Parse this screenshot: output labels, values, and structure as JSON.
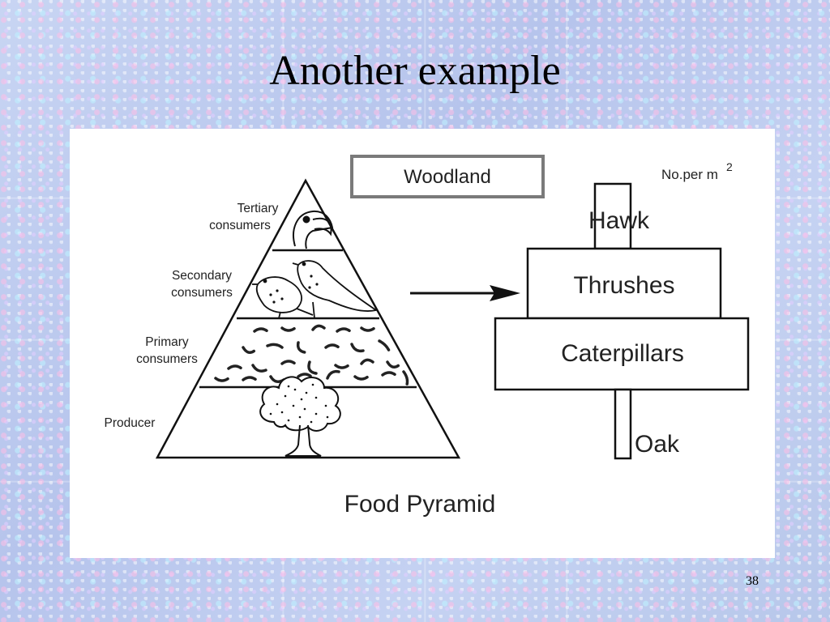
{
  "slide": {
    "title": "Another example",
    "page_number": "38"
  },
  "diagram": {
    "badge": "Woodland",
    "caption": "Food Pyramid",
    "pyramid_levels": [
      {
        "line1": "Tertiary",
        "line2": "consumers"
      },
      {
        "line1": "Secondary",
        "line2": "consumers"
      },
      {
        "line1": "Primary",
        "line2": "consumers"
      },
      {
        "line1": "Producer",
        "line2": ""
      }
    ],
    "numbers_chart": {
      "unit_text": "No.per m",
      "unit_sup": "2",
      "bars": [
        "Hawk",
        "Thrushes",
        "Caterpillars",
        "Oak"
      ]
    }
  }
}
